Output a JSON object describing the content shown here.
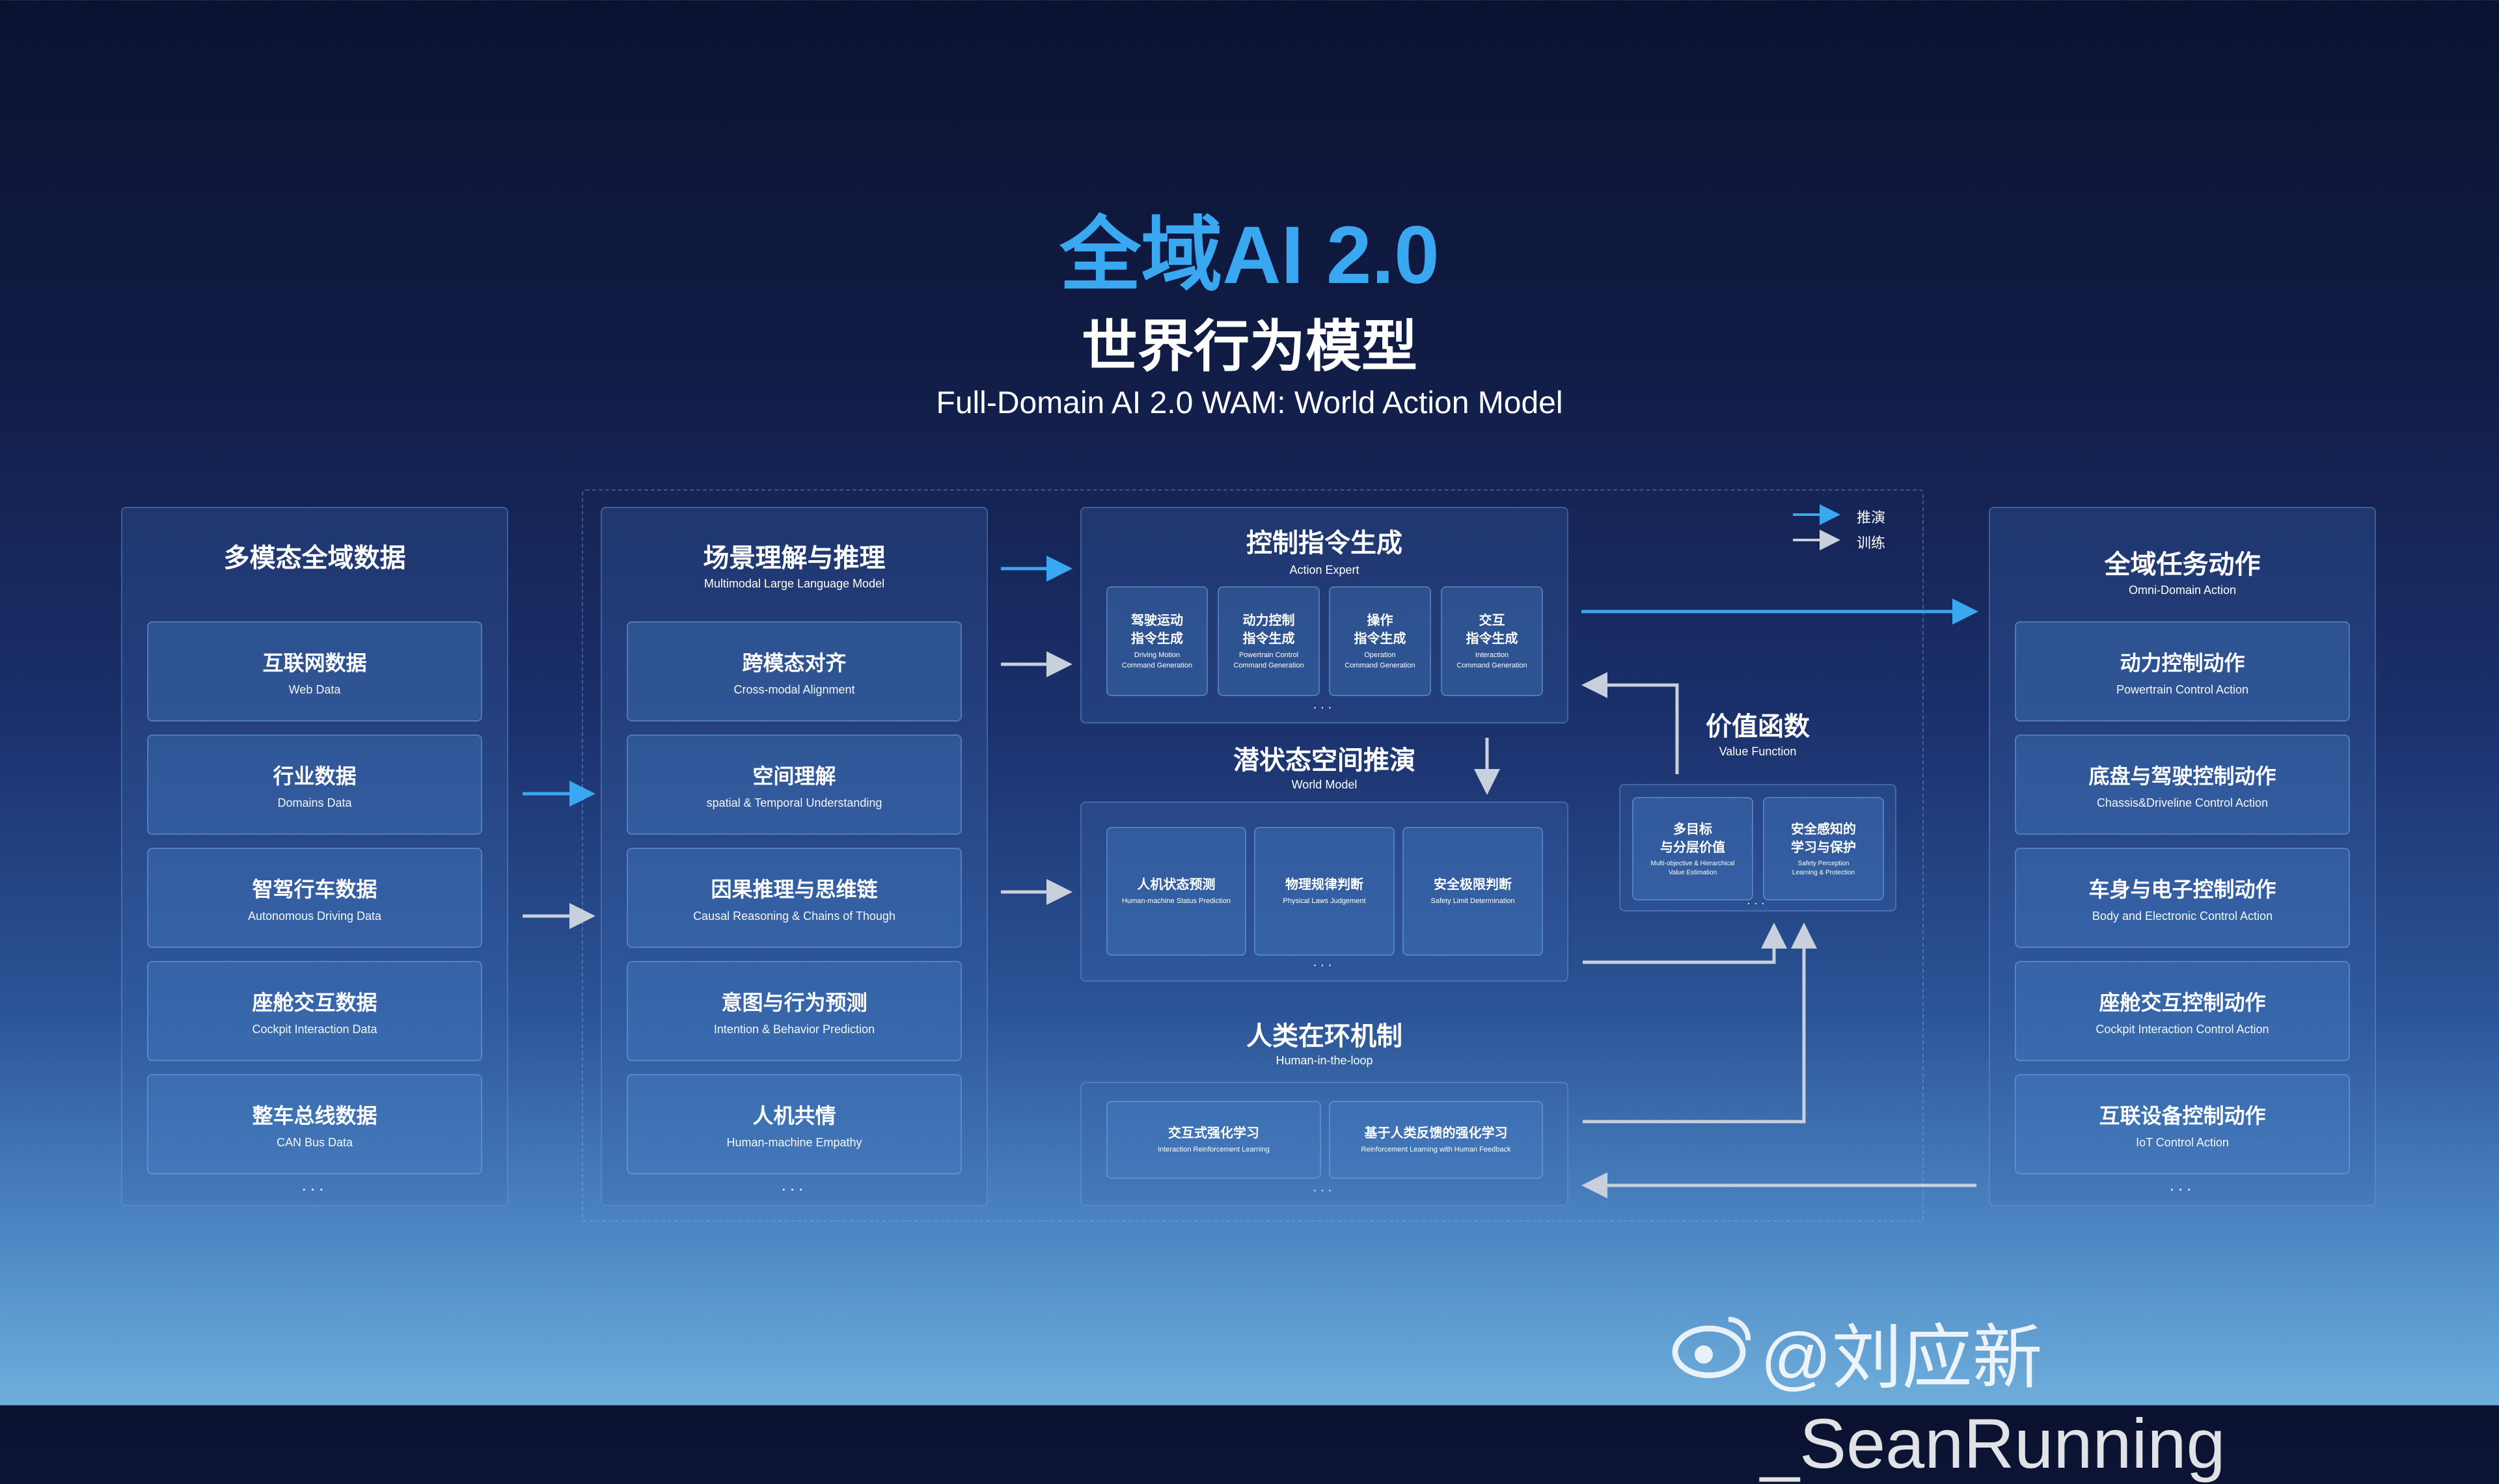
{
  "header": {
    "title": "全域AI 2.0",
    "subtitle_cn": "世界行为模型",
    "subtitle_en": "Full-Domain AI 2.0  WAM: World Action Model"
  },
  "legend": {
    "infer": "推演",
    "train": "训练"
  },
  "colors": {
    "accent": "#3aa8f0",
    "train": "#c8d0dc"
  },
  "data_panel": {
    "title": "多模态全域数据",
    "items": [
      {
        "cn": "互联网数据",
        "en": "Web Data"
      },
      {
        "cn": "行业数据",
        "en": "Domains Data"
      },
      {
        "cn": "智驾行车数据",
        "en": "Autonomous Driving Data"
      },
      {
        "cn": "座舱交互数据",
        "en": "Cockpit Interaction Data"
      },
      {
        "cn": "整车总线数据",
        "en": "CAN Bus Data"
      }
    ],
    "more": "..."
  },
  "scene_panel": {
    "title": "场景理解与推理",
    "subtitle": "Multimodal Large Language Model",
    "items": [
      {
        "cn": "跨模态对齐",
        "en": "Cross-modal Alignment"
      },
      {
        "cn": "空间理解",
        "en": "spatial & Temporal Understanding"
      },
      {
        "cn": "因果推理与思维链",
        "en": "Causal Reasoning & Chains of Though"
      },
      {
        "cn": "意图与行为预测",
        "en": "Intention & Behavior Prediction"
      },
      {
        "cn": "人机共情",
        "en": "Human-machine Empathy"
      }
    ],
    "more": "..."
  },
  "control": {
    "title": "控制指令生成",
    "subtitle": "Action Expert",
    "items": [
      {
        "cn1": "驾驶运动",
        "cn2": "指令生成",
        "en1": "Driving Motion",
        "en2": "Command Generation"
      },
      {
        "cn1": "动力控制",
        "cn2": "指令生成",
        "en1": "Powertrain  Control",
        "en2": "Command Generation"
      },
      {
        "cn1": "操作",
        "cn2": "指令生成",
        "en1": "Operation",
        "en2": "Command Generation"
      },
      {
        "cn1": "交互",
        "cn2": "指令生成",
        "en1": "Interaction",
        "en2": "Command Generation"
      }
    ],
    "more": "..."
  },
  "world": {
    "title": "潜状态空间推演",
    "subtitle": "World Model",
    "items": [
      {
        "cn": "人机状态预测",
        "en": "Human-machine Status Prediction"
      },
      {
        "cn": "物理规律判断",
        "en": "Physical Laws Judgement"
      },
      {
        "cn": "安全极限判断",
        "en": "Safety Limit Determination"
      }
    ],
    "more": "..."
  },
  "human": {
    "title": "人类在环机制",
    "subtitle": "Human-in-the-loop",
    "items": [
      {
        "cn": "交互式强化学习",
        "en": "Interaction Reinforcement Learning"
      },
      {
        "cn": "基于人类反馈的强化学习",
        "en": "Reinforcement Learning with Human Feedback"
      }
    ],
    "more": "..."
  },
  "value": {
    "title": "价值函数",
    "subtitle": "Value Function",
    "items": [
      {
        "cn1": "多目标",
        "cn2": "与分层价值",
        "en1": "Multi-objective & Hierarchical",
        "en2": "Value Estimation"
      },
      {
        "cn1": "安全感知的",
        "cn2": "学习与保护",
        "en1": "Safety Perception",
        "en2": "Learning & Protection"
      }
    ],
    "more": "..."
  },
  "action_panel": {
    "title": "全域任务动作",
    "subtitle": "Omni-Domain Action",
    "items": [
      {
        "cn": "动力控制动作",
        "en": "Powertrain Control Action"
      },
      {
        "cn": "底盘与驾驶控制动作",
        "en": "Chassis&Driveline Control Action"
      },
      {
        "cn": "车身与电子控制动作",
        "en": "Body and Electronic Control Action"
      },
      {
        "cn": "座舱交互控制动作",
        "en": "Cockpit Interaction Control Action"
      },
      {
        "cn": "互联设备控制动作",
        "en": "IoT Control Action"
      }
    ],
    "more": "..."
  },
  "watermark": "@刘应新_SeanRunning"
}
